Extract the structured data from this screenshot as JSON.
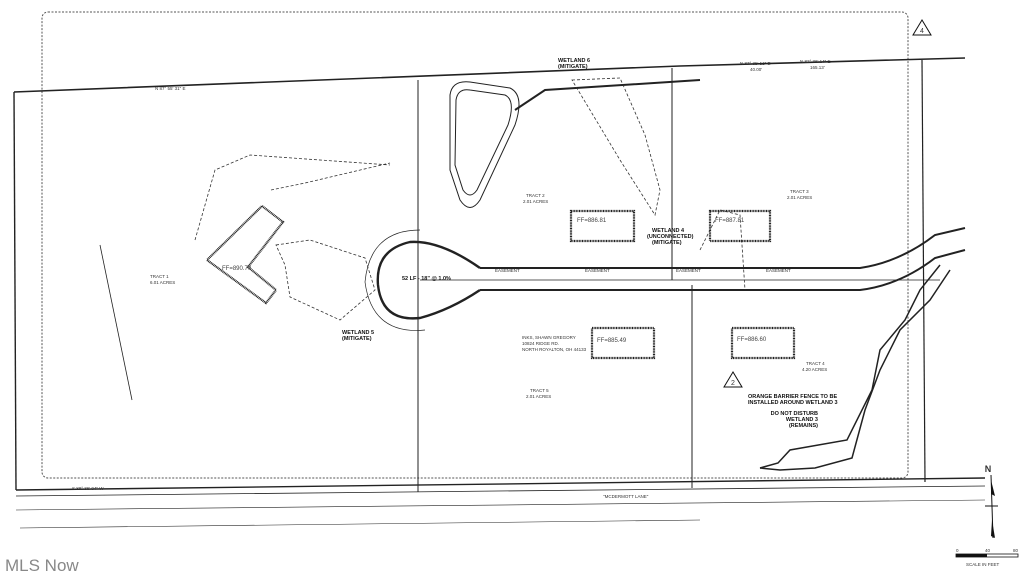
{
  "watermark": "MLS Now",
  "revision_marks": [
    "4",
    "2"
  ],
  "tracts": [
    {
      "name": "TRACT 1",
      "area": "6.01 ACRES"
    },
    {
      "name": "TRACT 2",
      "area": "2.01 ACRES"
    },
    {
      "name": "TRACT 3",
      "area": "2.01 ACRES"
    },
    {
      "name": "TRACT 4",
      "area": "4.20 ACRES"
    },
    {
      "name": "TRACT 5",
      "area": "2.01 ACRES"
    }
  ],
  "finished_floors": [
    "FF=890.70",
    "FF=886.81",
    "FF=887.81",
    "FF=885.49",
    "FF=886.60"
  ],
  "wetlands": {
    "w6": [
      "WETLAND 6",
      "(MITIGATE)"
    ],
    "w4": [
      "WETLAND 4",
      "(UNCONNECTED)",
      "(MITIGATE)"
    ],
    "w5": [
      "WETLAND 5",
      "(MITIGATE)"
    ]
  },
  "pipe_label": "52 LF - 18\" @ 1.0%",
  "easement_label": "EASEMENT",
  "owner": [
    "INKS, SHAWN GREGORY",
    "10824 RIDGE RD.",
    "NORTH ROYALTON, OH 44133"
  ],
  "notes": {
    "fence": [
      "ORANGE BARRIER FENCE TO BE",
      "INSTALLED AROUND WETLAND 3"
    ],
    "disturb": [
      "DO NOT DISTURB",
      "WETLAND 3",
      "(REMAINS)"
    ]
  },
  "bearings": {
    "north_1": "N 87° 55' 31\" E",
    "north_2": "N 87° 35' 51\" E",
    "north_2_dist": "40.00'",
    "north_3": "N 82° 36' 14\" E",
    "north_3_dist": "165.13'",
    "south": "S 88° 36' 04\" W"
  },
  "road_label": "\"MCDERMOTT LANE\"",
  "north_arrow": "N",
  "scale": {
    "ticks": [
      "0",
      "40",
      "80"
    ],
    "label": "SCALE IN FEET"
  }
}
